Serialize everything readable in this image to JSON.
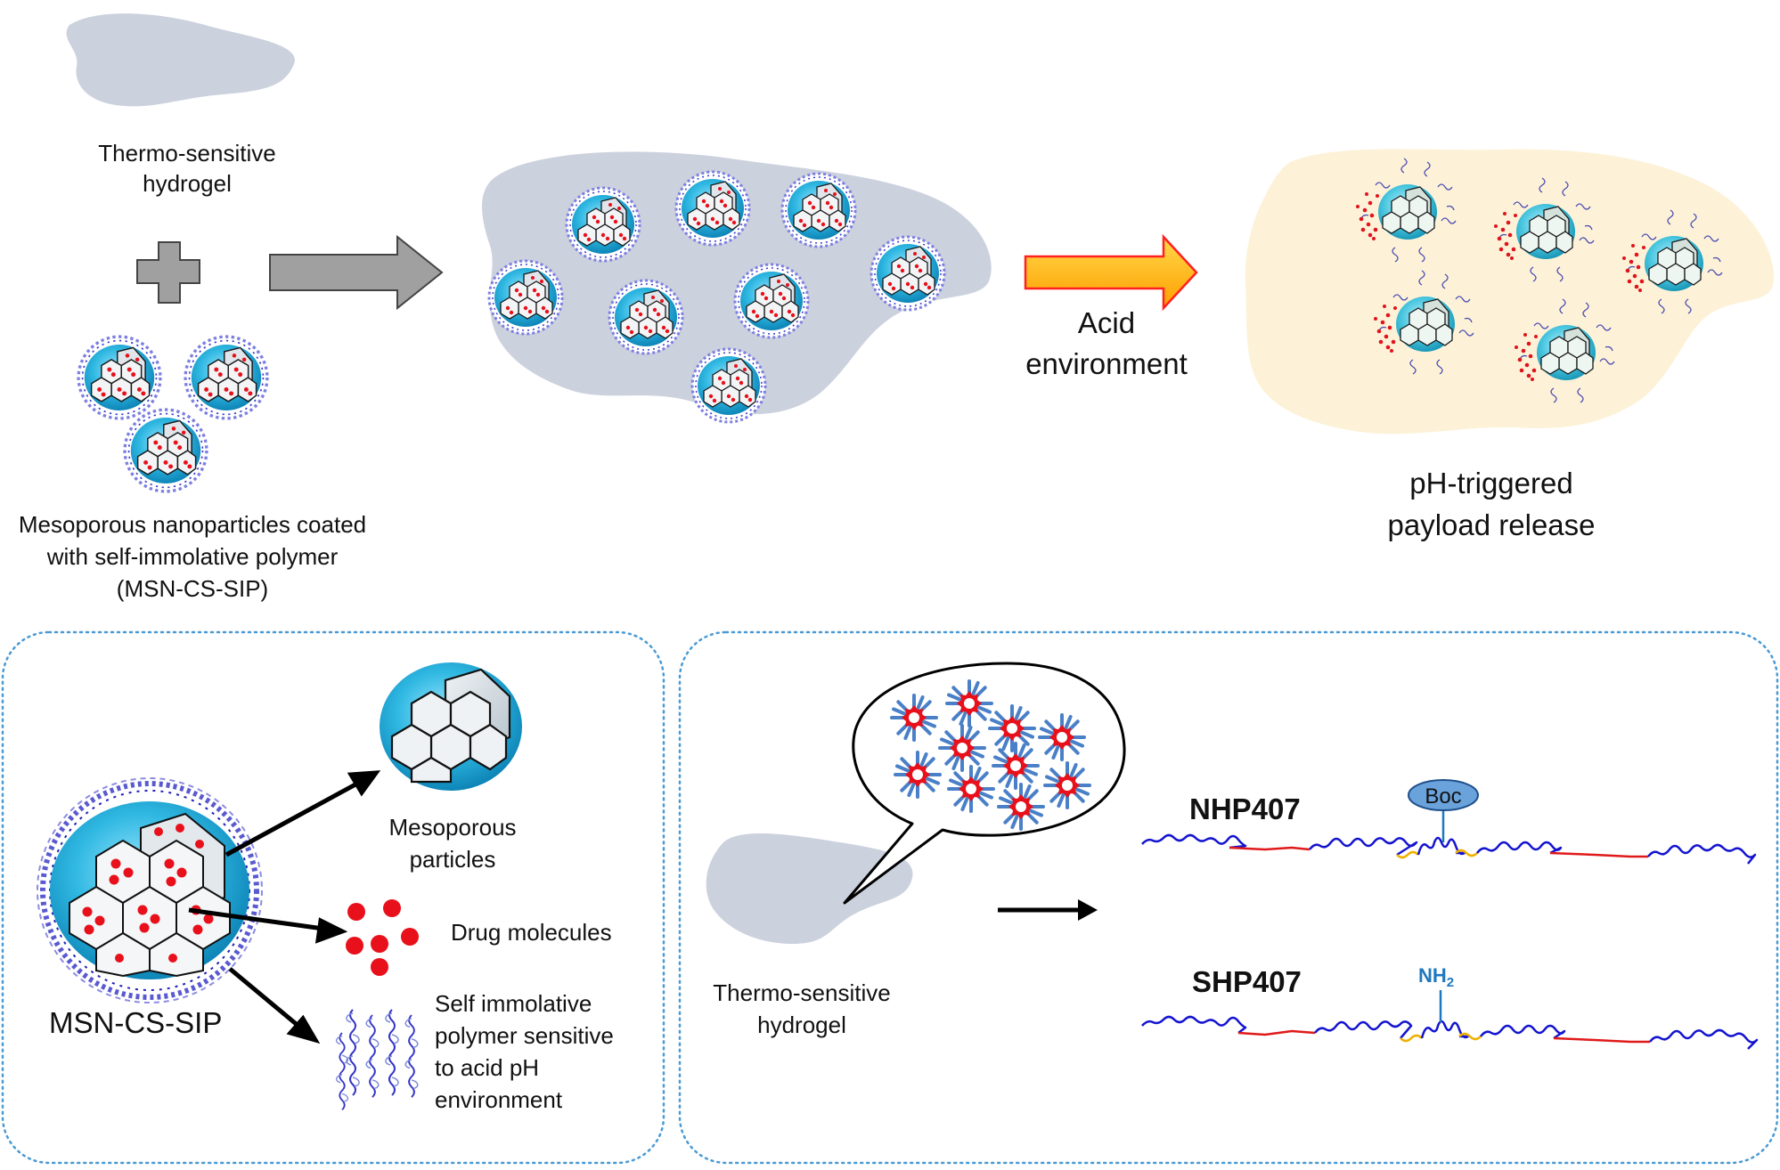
{
  "top": {
    "hydrogel_label_line1": "Thermo-sensitive",
    "hydrogel_label_line2": "hydrogel",
    "msn_label_line1": "Mesoporous nanoparticles coated",
    "msn_label_line2": "with self-immolative polymer",
    "msn_label_line3": "(MSN-CS-SIP)",
    "acid_line1": "Acid",
    "acid_line2": "environment",
    "release_line1": "pH-triggered",
    "release_line2": "payload release"
  },
  "bottom_left": {
    "msn_name": "MSN-CS-SIP",
    "mesoporous_line1": "Mesoporous",
    "mesoporous_line2": "particles",
    "drug_label": "Drug molecules",
    "polymer_line1": "Self immolative",
    "polymer_line2": "polymer sensitive",
    "polymer_line3": "to acid pH",
    "polymer_line4": "environment"
  },
  "bottom_right": {
    "hydrogel_line1": "Thermo-sensitive",
    "hydrogel_line2": "hydrogel",
    "nhp_label": "NHP407",
    "boc_label": "Boc",
    "shp_label": "SHP407",
    "nh2_label": "NH",
    "nh2_sub": "2"
  },
  "colors": {
    "hydrogel_gray": "#ccd1de",
    "released_gel": "#fdf1d6",
    "gray_arrow": "#a0a0a0",
    "acid_arrow_fill": "#ffc000",
    "acid_arrow_stroke": "#ff2020",
    "particle_cyan": "#2fb8e2",
    "drug_red": "#e8101a",
    "polymer_blue": "#1414d0",
    "polymer_red": "#e01a1a",
    "polymer_yellow": "#f0b000",
    "nh2_blue": "#1e78c0",
    "boc_fill": "#6aa2dc",
    "dotted_border": "#4a9ad4"
  }
}
